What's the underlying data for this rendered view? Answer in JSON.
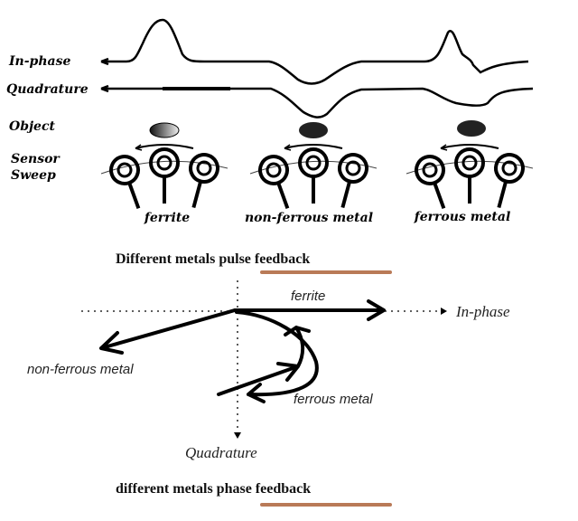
{
  "pulse_diagram": {
    "row_labels": {
      "in_phase": "In-phase",
      "quadrature": "Quadrature",
      "object": "Object",
      "sensor_line1": "Sensor",
      "sensor_line2": "Sweep"
    },
    "metals": [
      "ferrite",
      "non-ferrous metal",
      "ferrous metal"
    ],
    "caption": "Different metals pulse feedback"
  },
  "phase_diagram": {
    "x_axis_label": "In-phase",
    "y_axis_label": "Quadrature",
    "vectors": {
      "ferrite": "ferrite",
      "non_ferrous": "non-ferrous metal",
      "ferrous": "ferrous metal"
    },
    "caption": "different metals phase feedback"
  },
  "colors": {
    "underline": "#b97a57"
  }
}
